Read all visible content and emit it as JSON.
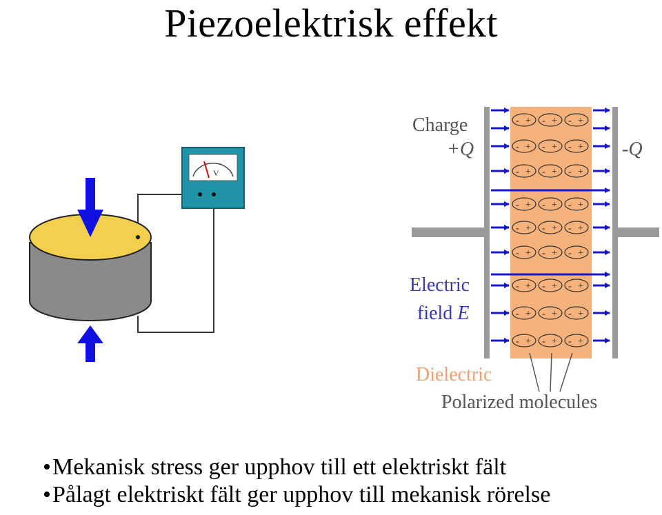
{
  "slide": {
    "title": "Piezoelektrisk effekt",
    "bullets": [
      "Mekanisk stress ger upphov till ett elektriskt fält",
      "Pålagt elektriskt fält ger upphov till mekanisk rörelse"
    ],
    "bullet_symbol": "•"
  },
  "piezo_figure": {
    "meter_label": "V",
    "colors": {
      "disk_top": "#f2d04e",
      "disk_side": "#8a8a8a",
      "arrow": "#1010e0",
      "meter_box": "#1f93a8",
      "needle": "#d01010"
    }
  },
  "capacitor_figure": {
    "charge_label": "Charge",
    "plus_q": "+Q",
    "minus_q": "-Q",
    "field_label_1": "Electric",
    "field_label_2": "field",
    "field_symbol": "E",
    "dielectric_label": "Dielectric",
    "molecules_label": "Polarized molecules",
    "molecule_minus": "-",
    "molecule_plus": "+",
    "colors": {
      "dielectric": "#f6b27a",
      "plate": "#9a9a9a",
      "arrow": "#1515d0",
      "field_text": "#3a3ab0",
      "dielectric_text": "#f0a070"
    }
  }
}
